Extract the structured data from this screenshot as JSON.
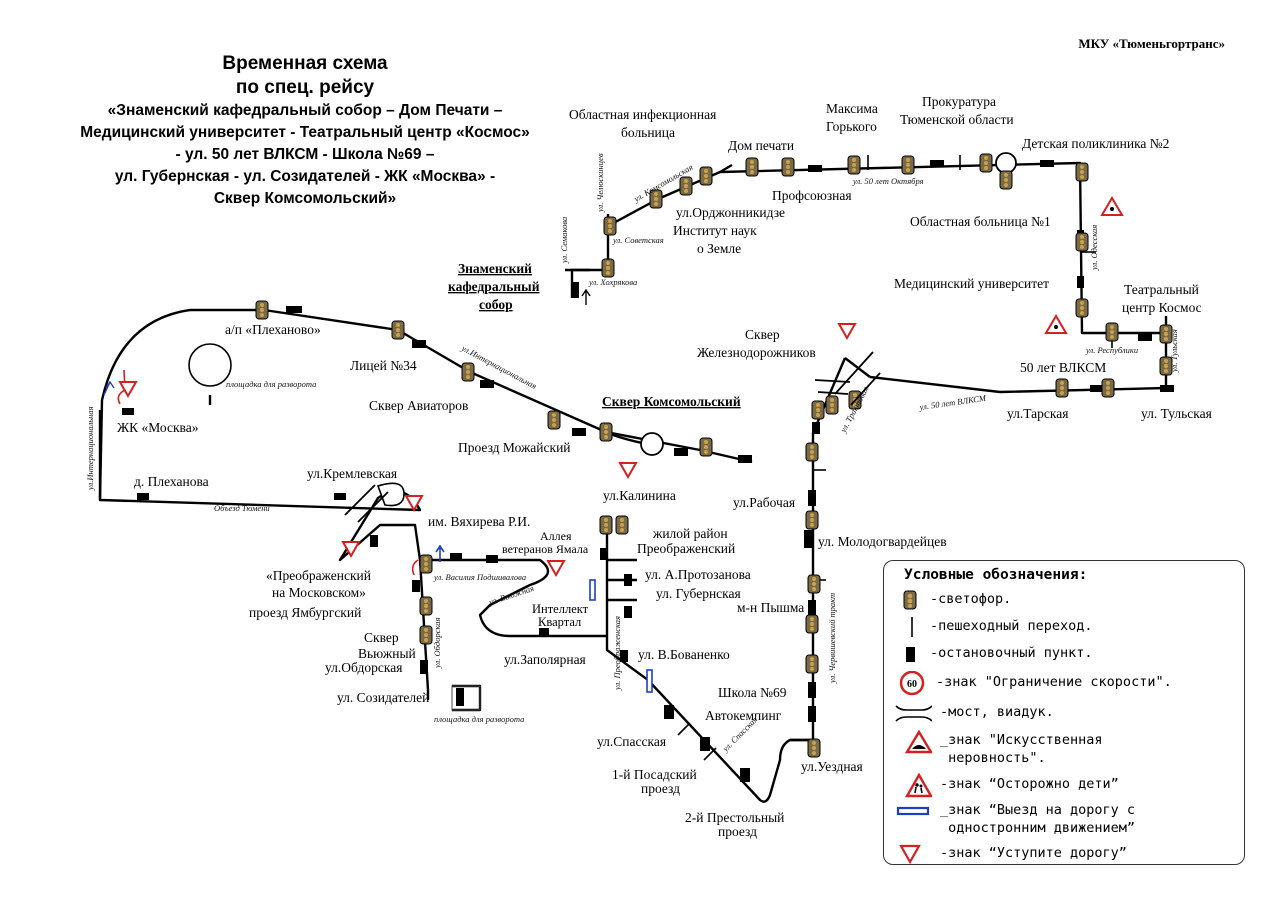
{
  "header": {
    "org": "МКУ «Тюменьгортранс»",
    "title_line1": "Временная схема",
    "title_line2": "по спец. рейсу",
    "title_lines": [
      "«Знаменский кафедральный собор – Дом Печати –",
      "Медицинский университет - Театральный центр «Космос»",
      "- ул. 50 лет ВЛКСМ - Школа №69 –",
      "ул. Губернская - ул. Созидателей - ЖК «Москва» -",
      "Сквер Комсомольский»"
    ]
  },
  "stop_labels": [
    {
      "id": "oblast-infection",
      "text": "Областная инфекционная"
    },
    {
      "id": "oblast-infection-2",
      "text": "больница"
    },
    {
      "id": "dom-pechati",
      "text": "Дом печати"
    },
    {
      "id": "maksima",
      "text": "Максима"
    },
    {
      "id": "gorkogo",
      "text": "Горького"
    },
    {
      "id": "prokuratura",
      "text": "Прокуратура"
    },
    {
      "id": "prokuratura-2",
      "text": "Тюменской области"
    },
    {
      "id": "detskaya",
      "text": "Детская поликлиника №2"
    },
    {
      "id": "profsoyuznaya",
      "text": "Профсоюзная"
    },
    {
      "id": "ordzhonikidze",
      "text": "ул.Орджонникидзе"
    },
    {
      "id": "institut",
      "text": "Институт наук"
    },
    {
      "id": "institut-2",
      "text": "о Земле"
    },
    {
      "id": "oblast-bolnitsa",
      "text": "Областная больница №1"
    },
    {
      "id": "med-univ",
      "text": "Медицинский университет"
    },
    {
      "id": "teatr",
      "text": "Театральный"
    },
    {
      "id": "teatr-2",
      "text": "центр Космос"
    },
    {
      "id": "plekhanovo",
      "text": "а/п «Плеханово»"
    },
    {
      "id": "litsey",
      "text": "Лицей №34"
    },
    {
      "id": "skver-aviatorov",
      "text": "Сквер Авиаторов"
    },
    {
      "id": "mozhaysky",
      "text": "Проезд Можайский"
    },
    {
      "id": "zhk-moskva",
      "text": "ЖК «Москва»"
    },
    {
      "id": "d-plekhanova",
      "text": "д. Плеханова"
    },
    {
      "id": "kremlevskaya",
      "text": "ул.Кремлевская"
    },
    {
      "id": "kalinina",
      "text": "ул.Калинина"
    },
    {
      "id": "skver-zhd",
      "text": "Сквер"
    },
    {
      "id": "skver-zhd-2",
      "text": "Железнодорожников"
    },
    {
      "id": "vlksm",
      "text": "50 лет ВЛКСМ"
    },
    {
      "id": "tarskaya",
      "text": "ул.Тарская"
    },
    {
      "id": "tulskaya",
      "text": "ул. Тульская"
    },
    {
      "id": "rabochaya",
      "text": "ул.Рабочая"
    },
    {
      "id": "molodogvard",
      "text": "ул. Молодогвардейцев"
    },
    {
      "id": "pyshma",
      "text": "м-н Пышма"
    },
    {
      "id": "shkola69",
      "text": "Школа №69"
    },
    {
      "id": "avtokemping",
      "text": "Автокемпинг"
    },
    {
      "id": "uezdnaya",
      "text": "ул.Уездная"
    },
    {
      "id": "vyakhireva",
      "text": "им. Вяхирева Р.И."
    },
    {
      "id": "alleya",
      "text": "Аллея"
    },
    {
      "id": "alleya-2",
      "text": "ветеранов Ямала"
    },
    {
      "id": "preobr-mosk",
      "text": "«Преображенский"
    },
    {
      "id": "preobr-mosk-2",
      "text": "на Московском»"
    },
    {
      "id": "yamburg",
      "text": "проезд Ямбургский"
    },
    {
      "id": "skver-vyuzh",
      "text": "Сквер"
    },
    {
      "id": "skver-vyuzh-2",
      "text": "Вьюжный"
    },
    {
      "id": "obdorskaya",
      "text": "ул.Обдорская"
    },
    {
      "id": "sozidateley",
      "text": "ул. Созидателей"
    },
    {
      "id": "intellekt",
      "text": "Интеллект"
    },
    {
      "id": "intellekt-2",
      "text": "Квартал"
    },
    {
      "id": "zapolyarnaya",
      "text": "ул.Заполярная"
    },
    {
      "id": "zhiloy",
      "text": "жилой район"
    },
    {
      "id": "zhiloy-2",
      "text": "Преображенский"
    },
    {
      "id": "protozanova",
      "text": "ул. А.Протозанова"
    },
    {
      "id": "gubernskaya",
      "text": "ул. Губернская"
    },
    {
      "id": "bovanenko",
      "text": "ул. В.Бованенко"
    },
    {
      "id": "spasskaya",
      "text": "ул.Спасская"
    },
    {
      "id": "posadsky",
      "text": "1-й Посадский"
    },
    {
      "id": "posadsky-2",
      "text": "проезд"
    },
    {
      "id": "prestolny",
      "text": "2-й Престольный"
    },
    {
      "id": "prestolny-2",
      "text": "проезд"
    }
  ],
  "underlined_labels": [
    {
      "id": "znamensky",
      "text": "Знаменский"
    },
    {
      "id": "znamensky-2",
      "text": "кафедральный"
    },
    {
      "id": "znamensky-3",
      "text": "собор"
    },
    {
      "id": "skver-komsomol",
      "text": "Сквер Комсомольский"
    }
  ],
  "street_labels": [
    {
      "id": "komsomolskaya",
      "text": "ул. Комсомольская"
    },
    {
      "id": "chelyuskintsev",
      "text": "ул. Челюскинцев"
    },
    {
      "id": "sovetskaya",
      "text": "ул. Советская"
    },
    {
      "id": "semakova",
      "text": "ул. Семакова"
    },
    {
      "id": "khokhryakova",
      "text": "ул. Хохрякова"
    },
    {
      "id": "oktyabrya",
      "text": "ул. 50 лет Октября"
    },
    {
      "id": "odesskaya",
      "text": "ул. Одесская"
    },
    {
      "id": "respubliki",
      "text": "ул. Республики"
    },
    {
      "id": "tulskaya-st",
      "text": "ул. Тульская"
    },
    {
      "id": "internatsionalnaya",
      "text": "ул.Интернациональная"
    },
    {
      "id": "internatsionalnaya-2",
      "text": "ул.Интернациональная"
    },
    {
      "id": "ploshchadka",
      "text": "площадка для разворота"
    },
    {
      "id": "obezd",
      "text": "Объезд Тюмени"
    },
    {
      "id": "vlksm-st",
      "text": "ул. 50 лет ВЛКСМ"
    },
    {
      "id": "traktovaya",
      "text": "ул. Трактовая"
    },
    {
      "id": "cherv-trakt",
      "text": "ул. Червишевский тракт"
    },
    {
      "id": "podshivalova",
      "text": "ул. Василия Подшивалова"
    },
    {
      "id": "vyuzhnaya",
      "text": "ул. Вьюжная"
    },
    {
      "id": "obdorskaya-st",
      "text": "ул. Обдорская"
    },
    {
      "id": "preobr-st",
      "text": "ул. Преображенская"
    },
    {
      "id": "spasskaya-st",
      "text": "ул. Спасская"
    },
    {
      "id": "ploshchadka-2",
      "text": "площадка для разворота"
    }
  ],
  "legend": {
    "heading": "Условные обозначения:",
    "items": [
      {
        "icon": "traffic-light-icon",
        "text": "-светофор."
      },
      {
        "icon": "crosswalk-icon",
        "text": "-пешеходный переход."
      },
      {
        "icon": "bus-stop-icon",
        "text": "-остановочный пункт."
      },
      {
        "icon": "speed-limit-icon",
        "text": "-знак \"Ограничение скорости\".",
        "badge": "60"
      },
      {
        "icon": "bridge-icon",
        "text": "-мост, виадук."
      },
      {
        "icon": "speed-bump-icon",
        "text": "_знак \"Искусственная\n неровность\"."
      },
      {
        "icon": "children-icon",
        "text": "-знак “Осторожно дети”"
      },
      {
        "icon": "one-way-exit-icon",
        "text": "_знак “Выезд на дорогу с\n одностронним движением”"
      },
      {
        "icon": "yield-icon",
        "text": "-знак “Уступите дорогу”"
      }
    ]
  },
  "colors": {
    "route": "#000000",
    "sign_red": "#d42020",
    "sign_blue": "#1a3fc4",
    "light_body": "#7a6a48",
    "light_dot": "#c9a24a"
  }
}
